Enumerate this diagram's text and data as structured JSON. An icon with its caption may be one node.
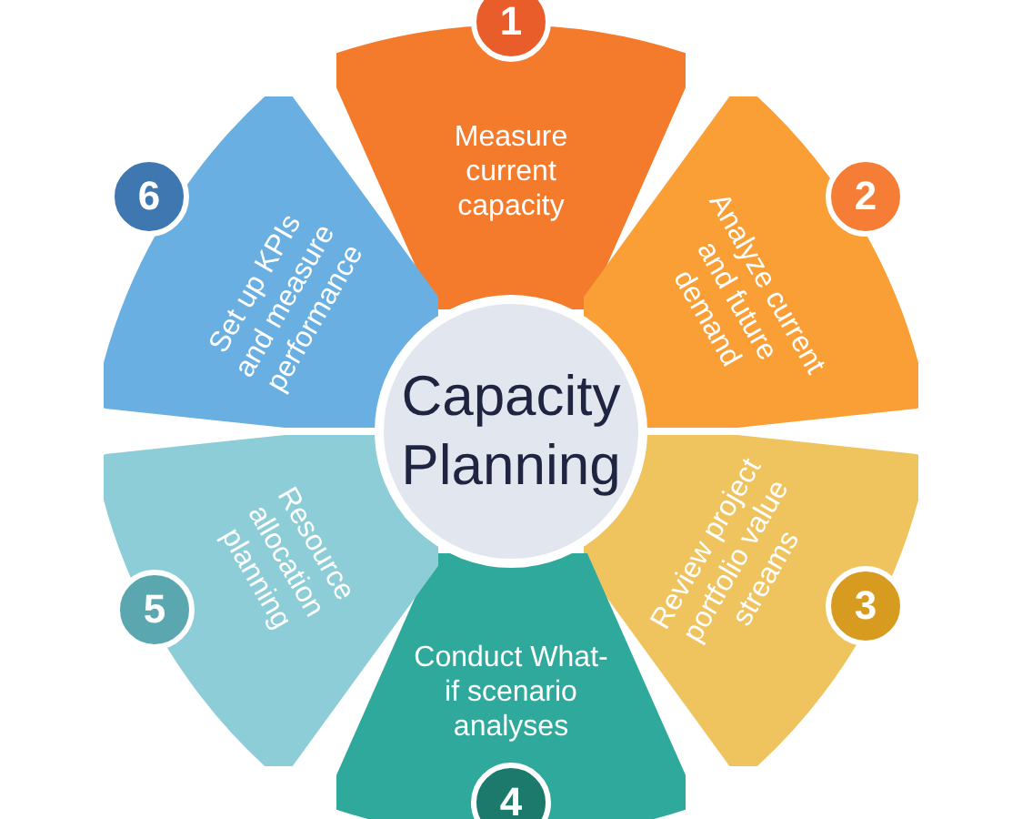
{
  "diagram": {
    "nodes": [
      {
        "text": [
          "Capacity Planning"
        ]
      },
      {
        "text": [
          "1"
        ]
      },
      {
        "text": [
          "Measure current capacity"
        ]
      },
      {
        "text": [
          "2"
        ]
      },
      {
        "text": [
          "Analyze current and future demand"
        ]
      },
      {
        "text": [
          "3"
        ]
      },
      {
        "text": [
          "Review project portfolio value streams"
        ]
      },
      {
        "text": [
          "4"
        ]
      },
      {
        "text": [
          "Conduct What-if scenario analyses"
        ]
      },
      {
        "text": [
          "5"
        ]
      },
      {
        "text": [
          "Resource allocation planning"
        ]
      },
      {
        "text": [
          "6"
        ]
      },
      {
        "text": [
          "Set up KPIs and measure performance"
        ]
      }
    ]
  }
}
